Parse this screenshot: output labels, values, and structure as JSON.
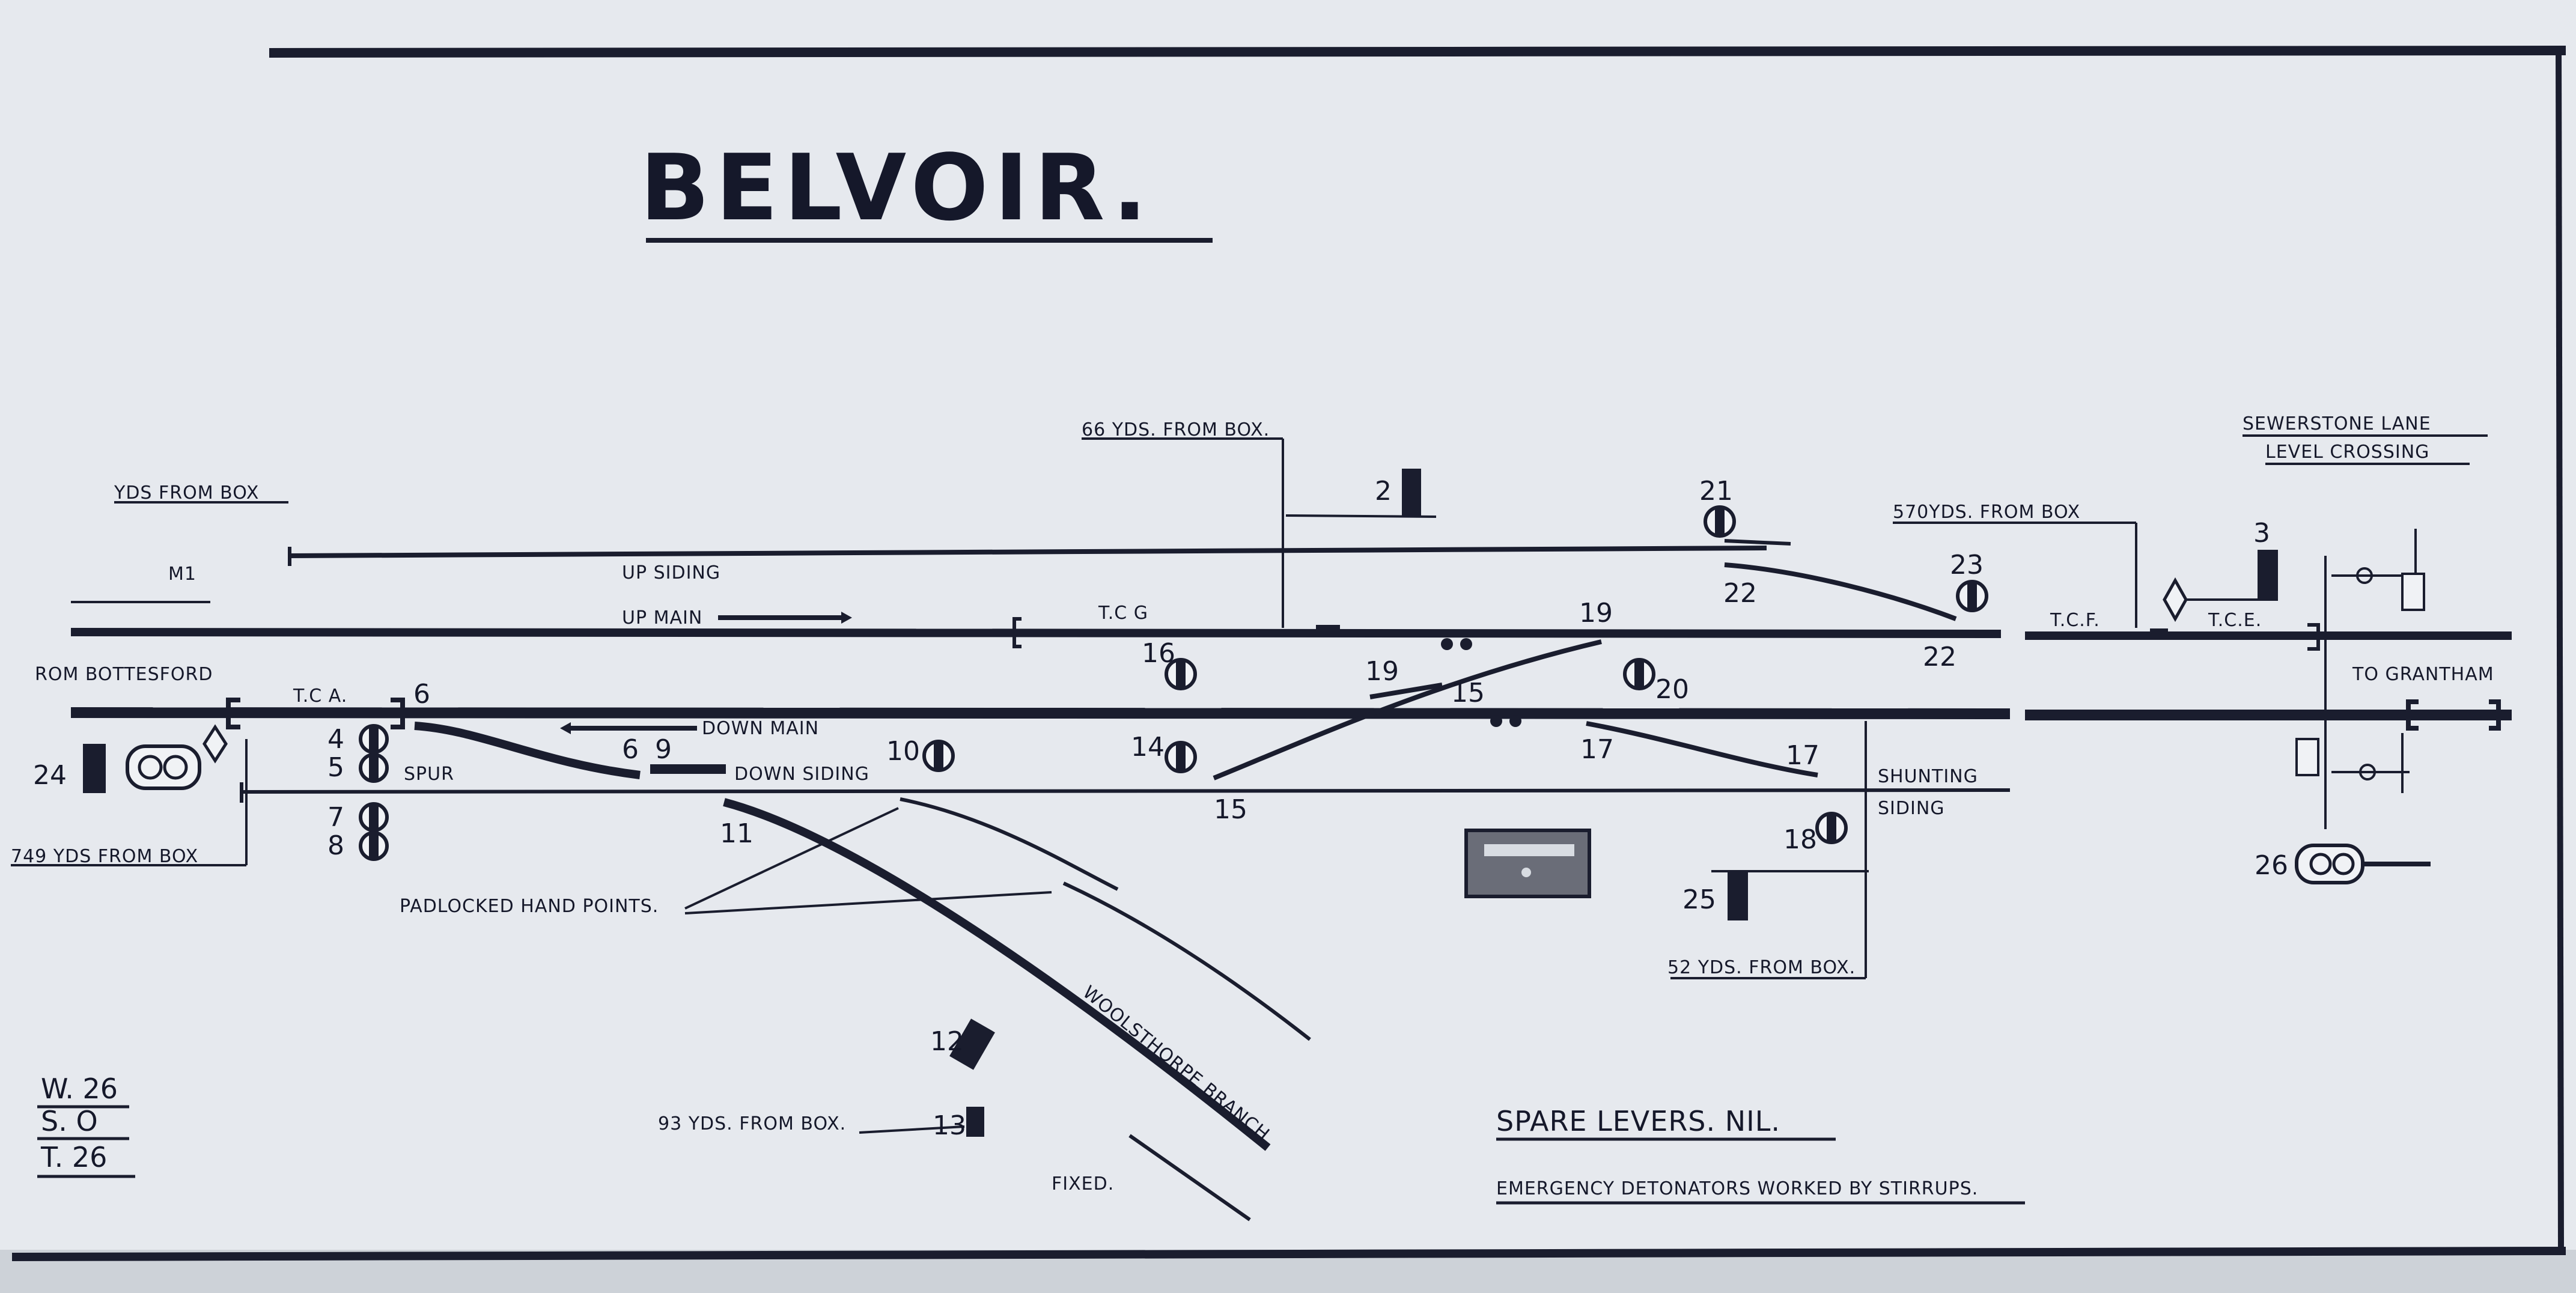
{
  "title": "BELVOIR.",
  "labels": {
    "yds_from_box_left": "YDS FROM BOX",
    "milepost": "M1",
    "from_bottesford": "ROM BOTTESFORD",
    "yds_749": "749 YDS FROM BOX",
    "tc_a": "T.C A.",
    "spur": "SPUR",
    "up_siding": "UP SIDING",
    "up_main": "UP MAIN",
    "down_main": "DOWN MAIN",
    "down_siding": "DOWN SIDING",
    "tc_g": "T.C G",
    "yds_66": "66 YDS. FROM BOX.",
    "padlocked": "PADLOCKED HAND POINTS.",
    "woolsthorpe": "WOOLSTHORPE BRANCH",
    "yds_93": "93 YDS. FROM BOX.",
    "fixed": "FIXED.",
    "spare_levers": "SPARE LEVERS. NIL.",
    "detonators": "EMERGENCY DETONATORS WORKED BY STIRRUPS.",
    "shunting": "SHUNTING",
    "siding": "SIDING",
    "yds_52": "52 YDS. FROM BOX.",
    "yds_570": "570YDS. FROM BOX",
    "tc_f": "T.C.F.",
    "tc_e": "T.C.E.",
    "sewerstone": "SEWERSTONE LANE",
    "level_crossing": "LEVEL CROSSING",
    "to_grantham": "TO GRANTHAM"
  },
  "lever_numbers": {
    "n2": "2",
    "n3": "3",
    "n4": "4",
    "n5": "5",
    "n6": "6",
    "n7": "7",
    "n8": "8",
    "n9": "9",
    "n10": "10",
    "n11": "11",
    "n12": "12",
    "n13": "13",
    "n14": "14",
    "n15a": "15",
    "n15b": "15",
    "n16": "16",
    "n17a": "17",
    "n17b": "17",
    "n18": "18",
    "n19a": "19",
    "n19b": "19",
    "n20": "20",
    "n21": "21",
    "n22a": "22",
    "n22b": "22",
    "n23": "23",
    "n24": "24",
    "n25": "25",
    "n26": "26"
  },
  "lever_stats": {
    "working": "W. 26",
    "spare": "S. O",
    "total": "T. 26"
  }
}
